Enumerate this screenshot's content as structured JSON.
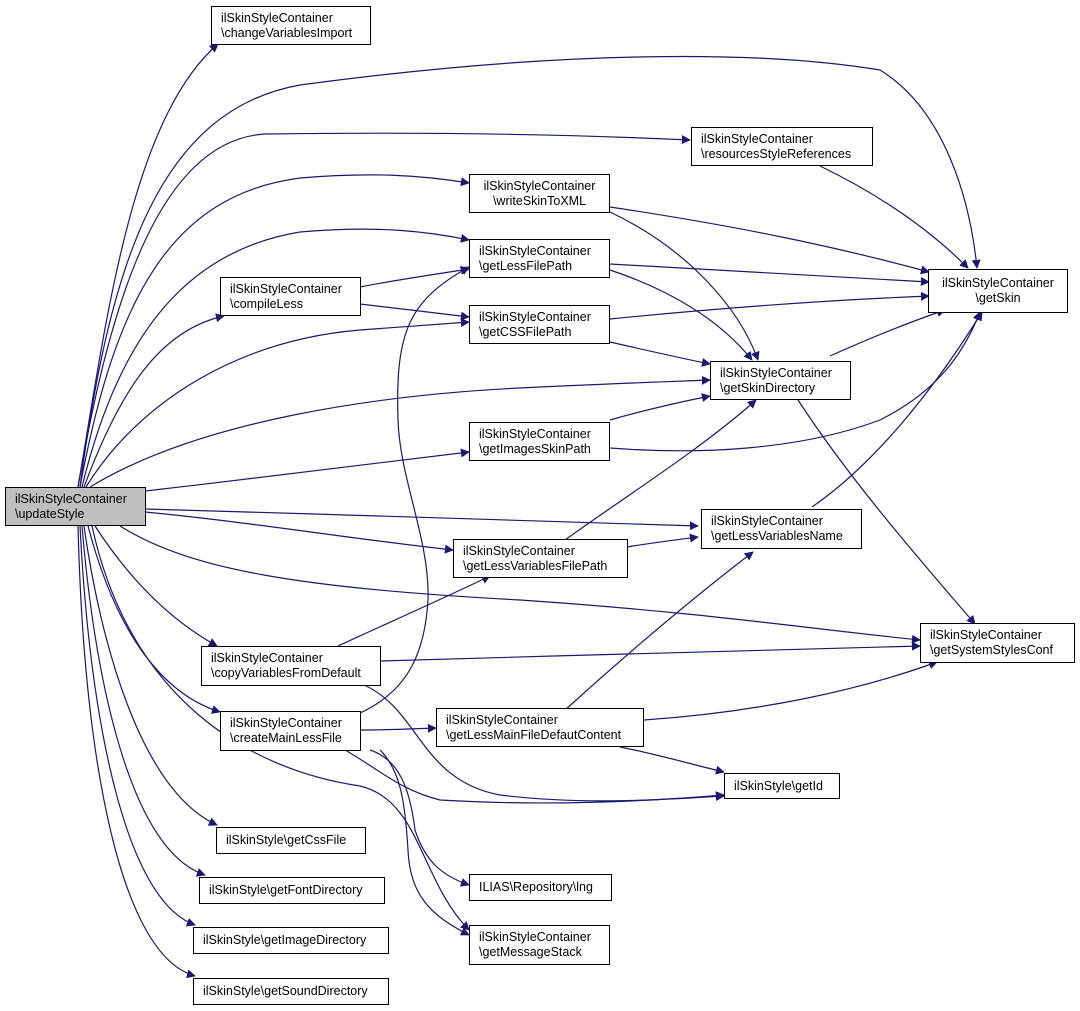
{
  "colors": {
    "edge": "#191970",
    "node_border": "#000000",
    "root_fill": "#bfbfbf",
    "node_fill": "#ffffff"
  },
  "nodes": {
    "updateStyle": {
      "l1": "ilSkinStyleContainer",
      "l2": "\\updateStyle"
    },
    "changeVariablesImport": {
      "l1": "ilSkinStyleContainer",
      "l2": "\\changeVariablesImport"
    },
    "resourcesStyleReferences": {
      "l1": "ilSkinStyleContainer",
      "l2": "\\resourcesStyleReferences"
    },
    "writeSkinToXML": {
      "l1": "ilSkinStyleContainer",
      "l2": "\\writeSkinToXML"
    },
    "getLessFilePath": {
      "l1": "ilSkinStyleContainer",
      "l2": "\\getLessFilePath"
    },
    "compileLess": {
      "l1": "ilSkinStyleContainer",
      "l2": "\\compileLess"
    },
    "getCSSFilePath": {
      "l1": "ilSkinStyleContainer",
      "l2": "\\getCSSFilePath"
    },
    "getSkin": {
      "l1": "ilSkinStyleContainer",
      "l2": "\\getSkin"
    },
    "getSkinDirectory": {
      "l1": "ilSkinStyleContainer",
      "l2": "\\getSkinDirectory"
    },
    "getImagesSkinPath": {
      "l1": "ilSkinStyleContainer",
      "l2": "\\getImagesSkinPath"
    },
    "getLessVariablesName": {
      "l1": "ilSkinStyleContainer",
      "l2": "\\getLessVariablesName"
    },
    "getLessVariablesFilePath": {
      "l1": "ilSkinStyleContainer",
      "l2": "\\getLessVariablesFilePath"
    },
    "getSystemStylesConf": {
      "l1": "ilSkinStyleContainer",
      "l2": "\\getSystemStylesConf"
    },
    "copyVariablesFromDefault": {
      "l1": "ilSkinStyleContainer",
      "l2": "\\copyVariablesFromDefault"
    },
    "createMainLessFile": {
      "l1": "ilSkinStyleContainer",
      "l2": "\\createMainLessFile"
    },
    "getLessMainFileDefautContent": {
      "l1": "ilSkinStyleContainer",
      "l2": "\\getLessMainFileDefautContent"
    },
    "getId": {
      "l1": "ilSkinStyle\\getId"
    },
    "getCssFile": {
      "l1": "ilSkinStyle\\getCssFile"
    },
    "getFontDirectory": {
      "l1": "ilSkinStyle\\getFontDirectory"
    },
    "lng": {
      "l1": "ILIAS\\Repository\\lng"
    },
    "getImageDirectory": {
      "l1": "ilSkinStyle\\getImageDirectory"
    },
    "getMessageStack": {
      "l1": "ilSkinStyleContainer",
      "l2": "\\getMessageStack"
    },
    "getSoundDirectory": {
      "l1": "ilSkinStyle\\getSoundDirectory"
    }
  }
}
